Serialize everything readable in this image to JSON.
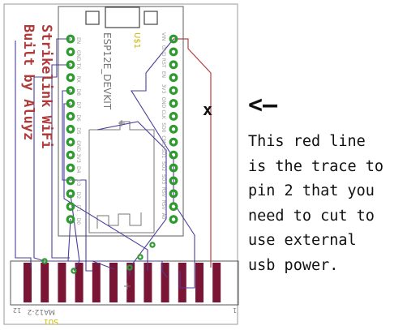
{
  "board": {
    "title_line1": "Strikelink WiFi",
    "title_line2": "Built by Aluyz",
    "module_name": "ESP12E_DEVKIT",
    "module_ref": "U$1",
    "left_pins": [
      "EN",
      "GND",
      "TX",
      "RX",
      "D8",
      "D7",
      "D6",
      "D5",
      "GND",
      "3V3",
      "D4",
      "D3",
      "D2",
      "D1",
      "D0"
    ],
    "right_pins": [
      "VIN",
      "GND",
      "RST",
      "EN",
      "3V3",
      "GND",
      "CLK",
      "SD0",
      "CMD",
      "SD1",
      "SD2",
      "SD3",
      "RSV",
      "RSV",
      "A0"
    ],
    "cut_mark": "x",
    "connector_ref": "SU1",
    "connector_name": "MA12-2",
    "connector_left_num": "12",
    "connector_right_num": "1",
    "pad_count": 12
  },
  "annotation": {
    "arrow": "<—",
    "lines": [
      "This red line",
      "is the trace to",
      "pin 2 that you",
      "need to cut to",
      "use external",
      "usb power."
    ]
  },
  "colors": {
    "trace_blue": "#4b3f9a",
    "trace_red": "#b84040",
    "pad_green": "#2f9a2f",
    "silk_red": "#b03a3a",
    "pad_maroon": "#7a1535",
    "outline_gray": "#8a8a8a",
    "label_yellow": "#c8b400"
  }
}
